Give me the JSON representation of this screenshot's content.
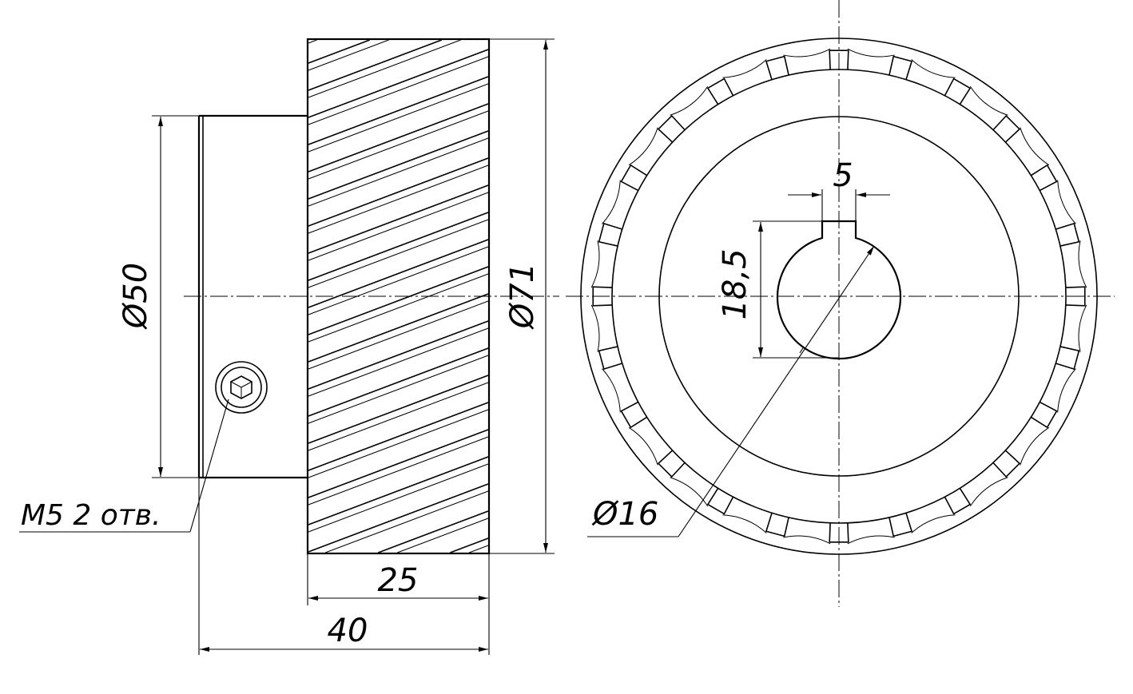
{
  "dimensions": {
    "hub_diameter": "Ø50",
    "outer_diameter": "Ø71",
    "bore_diameter": "Ø16",
    "keyway_width": "5",
    "keyway_depth": "18,5",
    "gear_width": "25",
    "overall_length": "40",
    "set_screw_note": "M5 2 отв."
  },
  "gear": {
    "teeth": 24
  }
}
